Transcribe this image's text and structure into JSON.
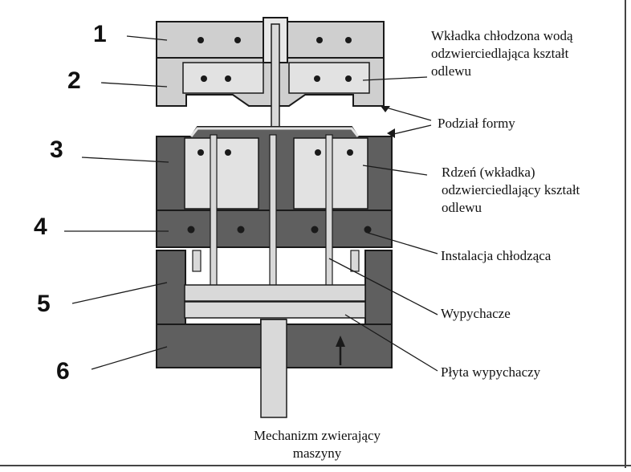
{
  "numbers": [
    "1",
    "2",
    "3",
    "4",
    "5",
    "6"
  ],
  "labels": {
    "insert_water_cooled": [
      "Wkładka chłodzona wodą",
      "odzwierciedlająca kształt",
      "odlewu"
    ],
    "parting_line": "Podział formy",
    "core_insert": [
      "Rdzeń (wkładka)",
      "odzwierciedlający kształt",
      "odlewu"
    ],
    "cooling_installation": "Instalacja chłodząca",
    "ejectors": "Wypychacze",
    "ejector_plate": "Płyta wypychaczy",
    "clamping_mechanism": [
      "Mechanizm zwierający",
      "maszyny"
    ]
  },
  "colors": {
    "light_plate": "#cfcfcf",
    "dark_plate": "#5f5f5f",
    "insert": "#e2e2e2",
    "ejector": "#d9d9d9",
    "line": "#1a1a1a"
  }
}
